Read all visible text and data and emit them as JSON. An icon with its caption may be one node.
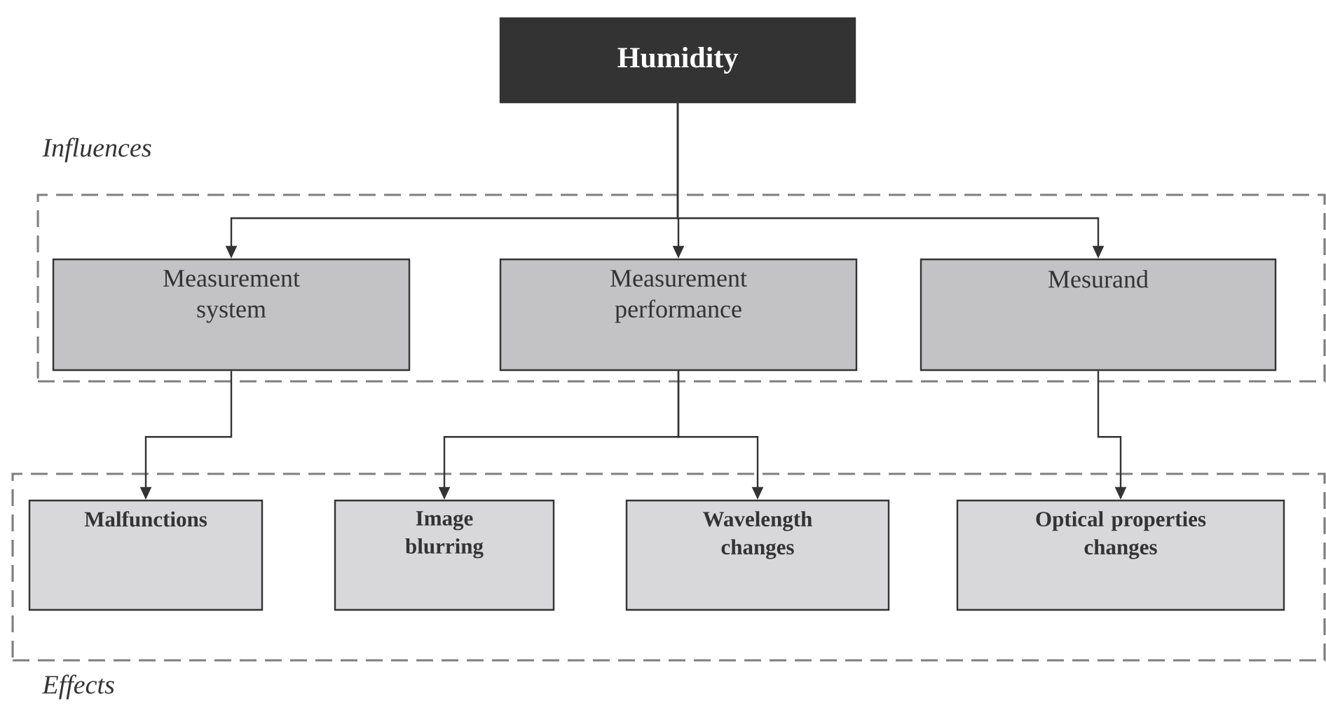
{
  "diagram": {
    "nodes": [
      {
        "text": [
          "Humidity"
        ]
      },
      {
        "text": [
          "Influences"
        ]
      },
      {
        "text": [
          "Measurement system"
        ],
        "in": 1
      },
      {
        "text": [
          "Measurement performance"
        ],
        "in": 1
      },
      {
        "text": [
          "Mesurand"
        ],
        "in": 1
      },
      {
        "text": [
          "Effects"
        ]
      },
      {
        "text": [
          "Malfunctions"
        ],
        "in": 5
      },
      {
        "text": [
          "Image blurring"
        ],
        "in": 5
      },
      {
        "text": [
          "Wavelength changes"
        ],
        "in": 5
      },
      {
        "text": [
          "Optical properties changes"
        ],
        "in": 5
      }
    ],
    "edges": [
      {
        "from": 0,
        "to": 2,
        "arrow": "to"
      },
      {
        "from": 0,
        "to": 3,
        "arrow": "to"
      },
      {
        "from": 0,
        "to": 4,
        "arrow": "to"
      },
      {
        "from": 2,
        "to": 6,
        "arrow": "to"
      },
      {
        "from": 3,
        "to": 7,
        "arrow": "to"
      },
      {
        "from": 3,
        "to": 8,
        "arrow": "to"
      },
      {
        "from": 4,
        "to": 9,
        "arrow": "to"
      }
    ]
  }
}
